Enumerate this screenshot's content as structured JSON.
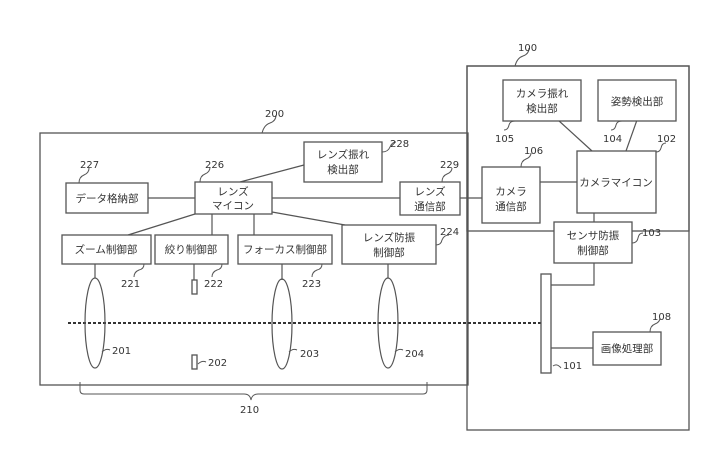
{
  "diagram": {
    "camera_body": {
      "ref": "100"
    },
    "lens_unit": {
      "ref": "200"
    },
    "lens_group": {
      "ref": "210"
    },
    "blocks": {
      "data_storage": {
        "label": "データ格納部",
        "ref": "227"
      },
      "lens_microcomputer": {
        "label_line1": "レンズ",
        "label_line2": "マイコン",
        "ref": "226"
      },
      "lens_shake_detector": {
        "label_line1": "レンズ振れ",
        "label_line2": "検出部",
        "ref": "228"
      },
      "lens_communication": {
        "label_line1": "レンズ",
        "label_line2": "通信部",
        "ref": "229"
      },
      "zoom_control": {
        "label": "ズーム制御部",
        "ref": "221"
      },
      "aperture_control": {
        "label": "絞り制御部",
        "ref": "222"
      },
      "focus_control": {
        "label": "フォーカス制御部",
        "ref": "223"
      },
      "lens_is_control": {
        "label_line1": "レンズ防振",
        "label_line2": "制御部",
        "ref": "224"
      },
      "camera_shake_detector": {
        "label_line1": "カメラ振れ",
        "label_line2": "検出部",
        "ref": "105"
      },
      "attitude_detector": {
        "label": "姿勢検出部",
        "ref": "104"
      },
      "camera_communication": {
        "label_line1": "カメラ",
        "label_line2": "通信部",
        "ref": "106"
      },
      "camera_microcomputer": {
        "label": "カメラマイコン",
        "ref": "102"
      },
      "sensor_is_control": {
        "label_line1": "センサ防振",
        "label_line2": "制御部",
        "ref": "103"
      },
      "image_processor": {
        "label": "画像処理部",
        "ref": "108"
      }
    },
    "optics": {
      "zoom_lens": {
        "ref": "201"
      },
      "aperture": {
        "ref": "202"
      },
      "focus_lens": {
        "ref": "203"
      },
      "is_lens": {
        "ref": "204"
      },
      "image_sensor": {
        "ref": "101"
      }
    }
  }
}
